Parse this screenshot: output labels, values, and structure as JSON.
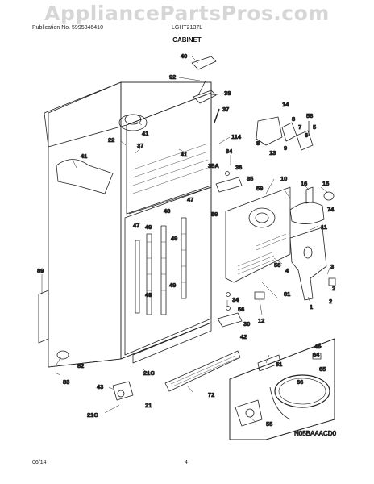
{
  "watermark": "AppliancePartsPros.com",
  "header": {
    "publication": "Publication No. 5995846410",
    "model": "LGHT2137L",
    "title": "CABINET"
  },
  "footer": {
    "date": "06/14",
    "page": "4"
  },
  "diagram_code": "N05BAAACD0",
  "callouts": [
    "40",
    "92",
    "38",
    "37",
    "114",
    "41",
    "22",
    "37",
    "41",
    "34",
    "36",
    "35A",
    "35",
    "59",
    "59",
    "14",
    "8",
    "7",
    "6",
    "58",
    "5",
    "9",
    "13",
    "8",
    "10",
    "16",
    "15",
    "74",
    "11",
    "47",
    "48",
    "47",
    "49",
    "49",
    "49",
    "49",
    "58",
    "4",
    "3",
    "2",
    "2",
    "1",
    "89",
    "81",
    "34",
    "56",
    "30",
    "42",
    "12",
    "82",
    "83",
    "43",
    "21",
    "21C",
    "21C",
    "72",
    "51",
    "45",
    "64",
    "65",
    "66",
    "55",
    "41"
  ]
}
